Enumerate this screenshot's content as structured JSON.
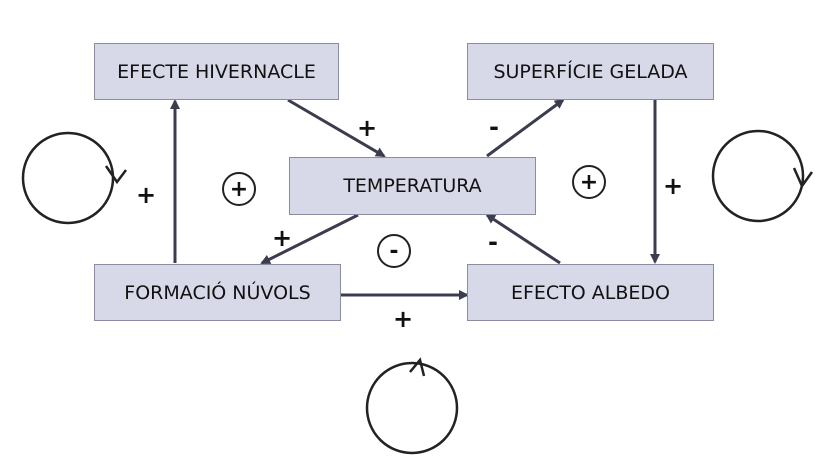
{
  "nodes": {
    "greenhouse": "EFECTE HIVERNACLE",
    "ice_surface": "SUPERFÍCIE GELADA",
    "temperature": "TEMPERATURA",
    "clouds": "FORMACIÓ NÚVOLS",
    "albedo": "EFECTO ALBEDO"
  },
  "edges": [
    {
      "from": "greenhouse",
      "to": "temperature",
      "sign": "+"
    },
    {
      "from": "temperature",
      "to": "ice_surface",
      "sign": "-"
    },
    {
      "from": "ice_surface",
      "to": "albedo",
      "sign": "+"
    },
    {
      "from": "albedo",
      "to": "temperature",
      "sign": "-"
    },
    {
      "from": "temperature",
      "to": "clouds",
      "sign": "+"
    },
    {
      "from": "clouds",
      "to": "greenhouse",
      "sign": "+"
    },
    {
      "from": "clouds",
      "to": "albedo",
      "sign": "+"
    }
  ],
  "loop_badges": {
    "left": "+",
    "right": "+",
    "bottom": "-"
  },
  "colors": {
    "box_fill": "#d8d9e8",
    "arrow": "#3b3d4f"
  }
}
